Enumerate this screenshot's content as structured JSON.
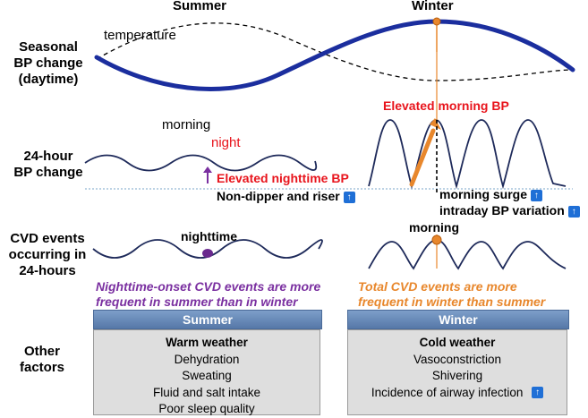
{
  "columns": {
    "summer": "Summer",
    "winter": "Winter"
  },
  "rows": {
    "seasonal": [
      "Seasonal",
      "BP change",
      "(daytime)"
    ],
    "hour24": [
      "24-hour",
      "BP change"
    ],
    "cvd": [
      "CVD events",
      "occurring in",
      "24-hours"
    ],
    "other": [
      "Other",
      "factors"
    ]
  },
  "seasonal_panel": {
    "temperature_label": "temperature"
  },
  "bp24_panel": {
    "morning_label": "morning",
    "night_label": "night",
    "elevated_nighttime": "Elevated nighttime BP",
    "non_dipper": "Non-dipper and riser",
    "elevated_morning": "Elevated morning BP",
    "morning_surge": "morning surge",
    "intraday_variation": "intraday BP variation"
  },
  "cvd_panel": {
    "nighttime_label": "nighttime",
    "morning_label": "morning",
    "summer_note": [
      "Nighttime-onset CVD events are more",
      "frequent in summer than in winter"
    ],
    "winter_note": [
      "Total CVD events are more",
      "frequent in winter than summer"
    ]
  },
  "factors": {
    "summer": {
      "header": "Summer",
      "items": [
        "Warm weather",
        "Dehydration",
        "Sweating",
        "Fluid and salt intake",
        "Poor sleep quality"
      ]
    },
    "winter": {
      "header": "Winter",
      "items": [
        "Cold weather",
        "Vasoconstriction",
        "Shivering",
        "Incidence of airway infection"
      ]
    }
  },
  "icons": {
    "increase": "up-arrow-icon"
  },
  "colors": {
    "bp_curve": "#1b2e9e",
    "wave": "#1e2a5a",
    "red_text": "#e8141c",
    "purple": "#7a2fa0",
    "orange": "#e8872c",
    "header_blue": "#5f81b2",
    "box_gray": "#dedede",
    "badge_blue": "#1f6fd6",
    "dotted_line": "#7aa6c8"
  }
}
